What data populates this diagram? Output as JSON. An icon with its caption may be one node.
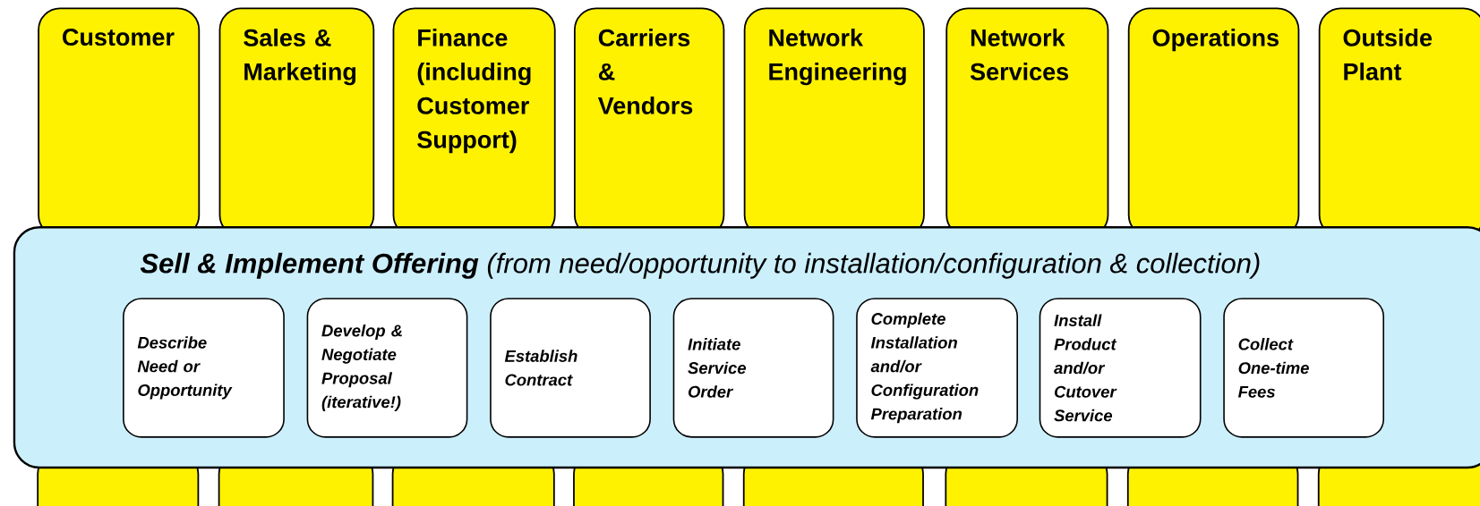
{
  "diagram": {
    "nodes": [
      {
        "text": [
          "Customer"
        ]
      },
      {
        "text": [
          "Sales & Marketing"
        ]
      },
      {
        "text": [
          "Finance (including Customer Support)"
        ]
      },
      {
        "text": [
          "Carriers & Vendors"
        ]
      },
      {
        "text": [
          "Network Engineering"
        ]
      },
      {
        "text": [
          "Network Services"
        ]
      },
      {
        "text": [
          "Operations"
        ]
      },
      {
        "text": [
          "Outside Plant"
        ]
      },
      {
        "text": [
          "**Sell & Implement Offering** (from need/opportunity to installation/configuration & collection)"
        ]
      },
      {
        "text": [
          "Describe Need or Opportunity"
        ],
        "in": 8
      },
      {
        "text": [
          "Develop & Negotiate Proposal (iterative!)"
        ],
        "in": 8
      },
      {
        "text": [
          "Establish Contract"
        ],
        "in": 8
      },
      {
        "text": [
          "Initiate Service Order"
        ],
        "in": 8
      },
      {
        "text": [
          "Complete Installation and/or Configuration Preparation"
        ],
        "in": 8
      },
      {
        "text": [
          "Install Product and/or Cutover Service"
        ],
        "in": 8
      },
      {
        "text": [
          "Collect One-time Fees"
        ],
        "in": 8
      }
    ]
  }
}
